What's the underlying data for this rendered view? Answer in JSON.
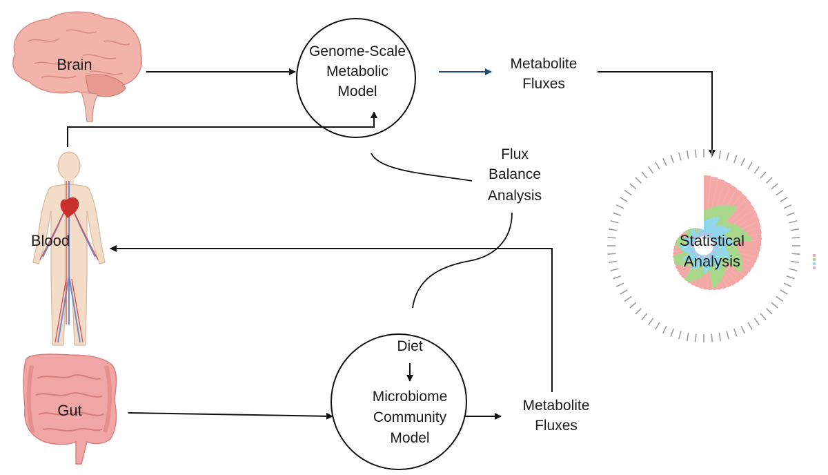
{
  "organs": {
    "brain": "Brain",
    "blood": "Blood",
    "gut": "Gut"
  },
  "gsmm": {
    "line1": "Genome-Scale",
    "line2": "Metabolic",
    "line3": "Model"
  },
  "fluxes_top": {
    "line1": "Metabolite",
    "line2": "Fluxes"
  },
  "fba": {
    "line1": "Flux",
    "line2": "Balance",
    "line3": "Analysis"
  },
  "mcm": {
    "diet": "Diet",
    "line1": "Microbiome",
    "line2": "Community",
    "line3": "Model"
  },
  "fluxes_bottom": {
    "line1": "Metabolite",
    "line2": "Fluxes"
  },
  "stats": {
    "line1": "Statistical",
    "line2": "Analysis"
  },
  "colors": {
    "brain": "#f2b3aa",
    "gut": "#f0a6a4",
    "blood_body": "#f3dcc8",
    "polar_main": "#f4a8a6",
    "polar_green": "#a6d88a",
    "polar_blue": "#8fd8f0",
    "polar_purple": "#d7a8ee",
    "arrow_blue": "#1f4e79"
  }
}
